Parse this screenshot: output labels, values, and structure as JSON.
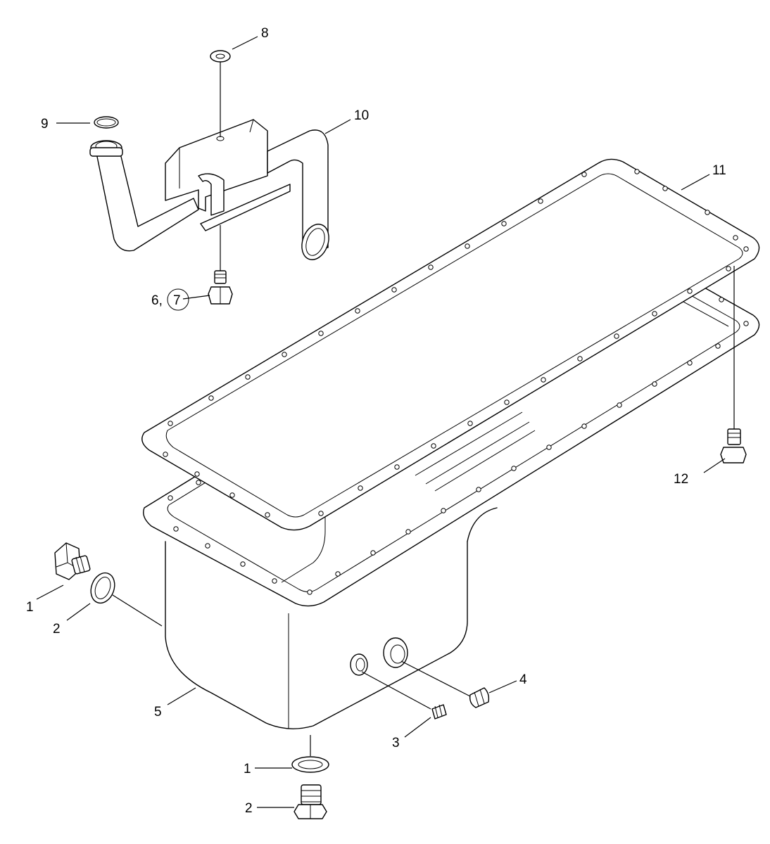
{
  "callouts": {
    "c1_left": "1",
    "c2_left": "2",
    "c1_bottom": "1",
    "c2_bottom": "2",
    "c3": "3",
    "c4": "4",
    "c5": "5",
    "c6": "6,",
    "c7": "7",
    "c8": "8",
    "c9": "9",
    "c10": "10",
    "c11": "11",
    "c12": "12"
  },
  "colors": {
    "line": "#000000",
    "background": "#ffffff"
  }
}
